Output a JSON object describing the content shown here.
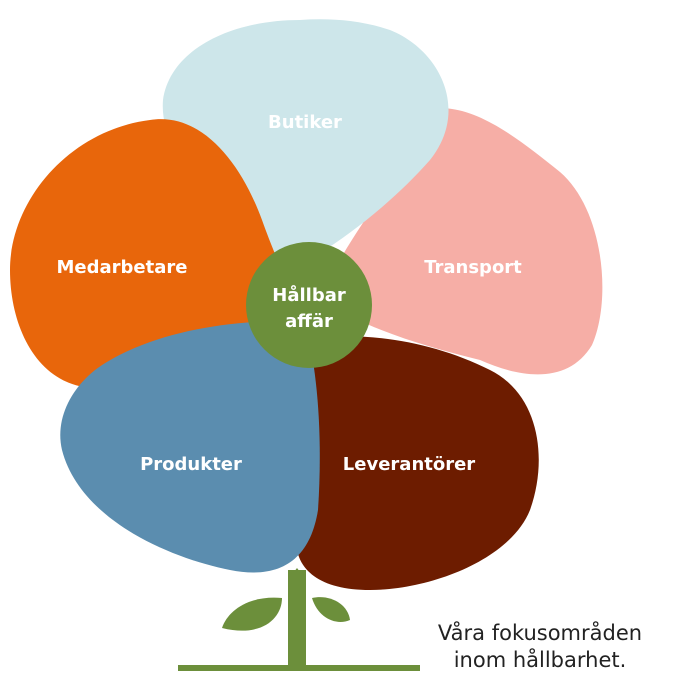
{
  "petals": {
    "butiker": {
      "label": "Butiker",
      "color": "#cde6ea"
    },
    "transport": {
      "label": "Transport",
      "color": "#f6aea6"
    },
    "medarbetare": {
      "label": "Medarbetare",
      "color": "#e8660b"
    },
    "produkter": {
      "label": "Produkter",
      "color": "#5b8daf"
    },
    "leverantorer": {
      "label": "Leverantörer",
      "color": "#6d1c00"
    }
  },
  "center": {
    "line1": "Hållbar",
    "line2": "affär",
    "color": "#6c8f3b"
  },
  "stem": {
    "color": "#6c8f3b",
    "icon": "sprout-icon"
  },
  "caption": {
    "line1": "Våra fokusområden",
    "line2": "inom hållbarhet."
  }
}
